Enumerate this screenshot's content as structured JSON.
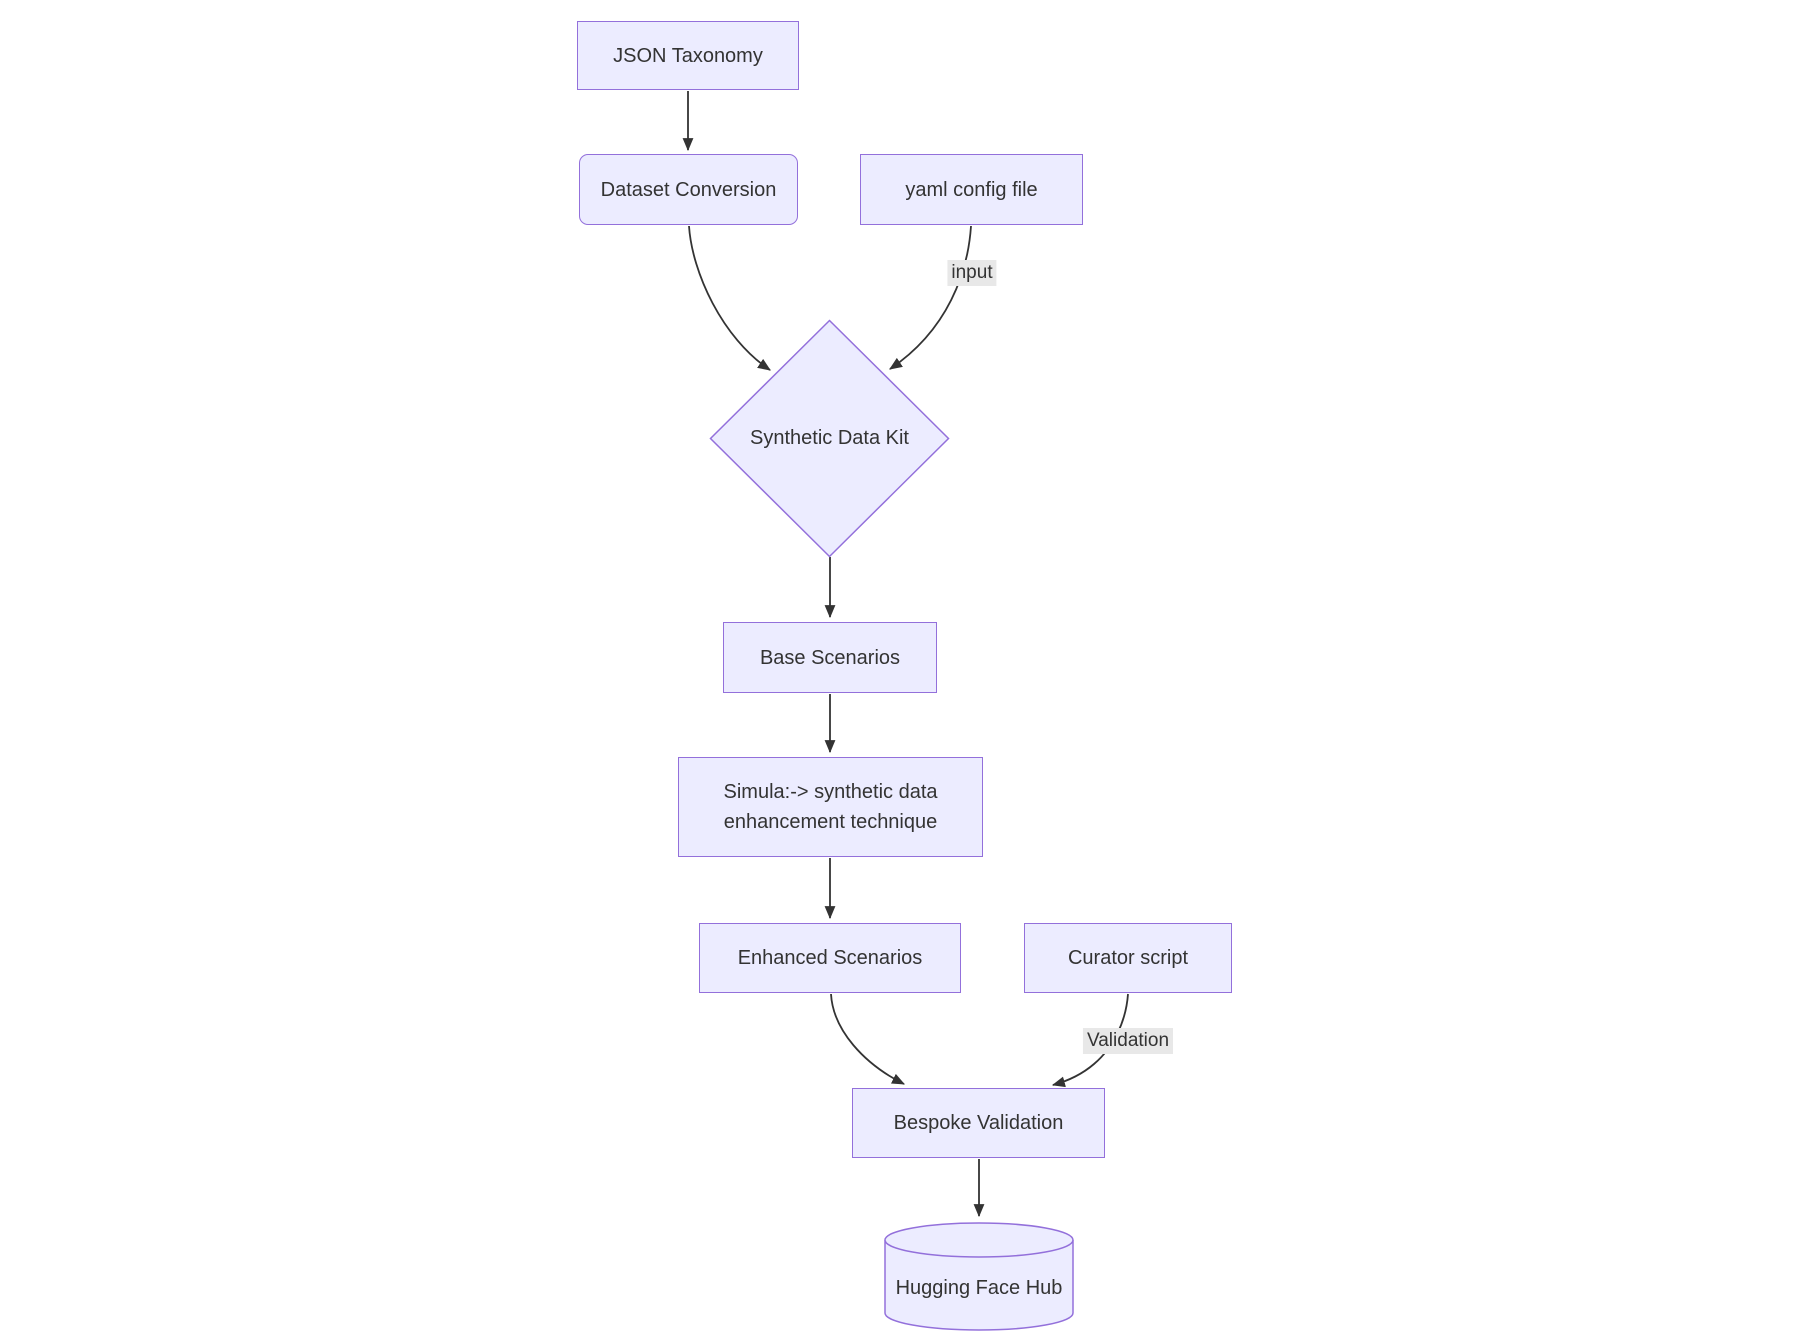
{
  "page": {
    "background": "#ffffff"
  },
  "diagram": {
    "type": "flowchart",
    "direction": "top-down",
    "colors": {
      "node_fill": "#ECECFF",
      "node_border": "#9370DB",
      "text": "#333333",
      "edge": "#333333",
      "edge_label_bg": "#E8E8E8"
    },
    "nodes": [
      {
        "id": "json-taxonomy",
        "label": "JSON Taxonomy",
        "shape": "rectangle"
      },
      {
        "id": "dataset-conversion",
        "label": "Dataset Conversion",
        "shape": "rounded-rectangle"
      },
      {
        "id": "yaml-config-file",
        "label": "yaml config file",
        "shape": "rectangle"
      },
      {
        "id": "synthetic-data-kit",
        "label": "Synthetic Data Kit",
        "shape": "diamond"
      },
      {
        "id": "base-scenarios",
        "label": "Base Scenarios",
        "shape": "rectangle"
      },
      {
        "id": "simula",
        "label": "Simula:-> synthetic data enhancement technique",
        "shape": "rectangle",
        "lines": [
          "Simula:-> synthetic data",
          "enhancement technique"
        ]
      },
      {
        "id": "enhanced-scenarios",
        "label": "Enhanced Scenarios",
        "shape": "rectangle"
      },
      {
        "id": "curator-script",
        "label": "Curator script",
        "shape": "rectangle"
      },
      {
        "id": "bespoke-validation",
        "label": "Bespoke Validation",
        "shape": "rectangle"
      },
      {
        "id": "hugging-face-hub",
        "label": "Hugging Face Hub",
        "shape": "cylinder"
      }
    ],
    "edges": [
      {
        "from": "JSON Taxonomy",
        "to": "Dataset Conversion",
        "label": ""
      },
      {
        "from": "Dataset Conversion",
        "to": "Synthetic Data Kit",
        "label": ""
      },
      {
        "from": "yaml config file",
        "to": "Synthetic Data Kit",
        "label": "input"
      },
      {
        "from": "Synthetic Data Kit",
        "to": "Base Scenarios",
        "label": ""
      },
      {
        "from": "Base Scenarios",
        "to": "Simula:-> synthetic data enhancement technique",
        "label": ""
      },
      {
        "from": "Simula:-> synthetic data enhancement technique",
        "to": "Enhanced Scenarios",
        "label": ""
      },
      {
        "from": "Enhanced Scenarios",
        "to": "Bespoke Validation",
        "label": ""
      },
      {
        "from": "Curator script",
        "to": "Bespoke Validation",
        "label": "Validation"
      },
      {
        "from": "Bespoke Validation",
        "to": "Hugging Face Hub",
        "label": ""
      }
    ],
    "edge_labels": {
      "input": "input",
      "validation": "Validation"
    }
  }
}
